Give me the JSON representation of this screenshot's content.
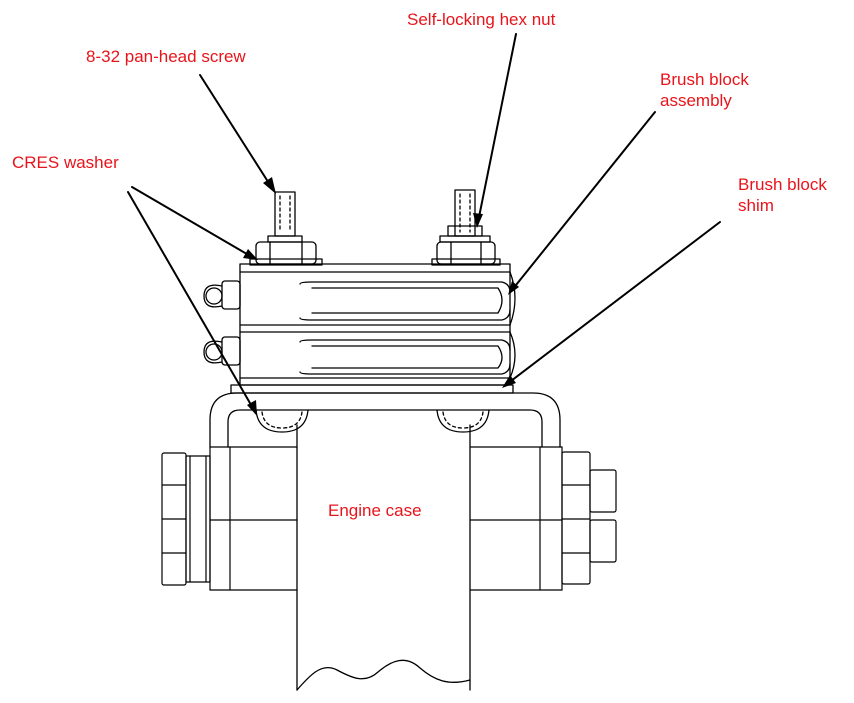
{
  "labels": {
    "hex_nut": "Self-locking hex nut",
    "screw": "8-32 pan-head screw",
    "brush_block_assembly_line1": "Brush block",
    "brush_block_assembly_line2": "assembly",
    "cres_washer": "CRES washer",
    "brush_block_shim_line1": "Brush block",
    "brush_block_shim_line2": "shim",
    "engine_case": "Engine case"
  },
  "colors": {
    "label": "#e8141b",
    "line": "#000000",
    "background": "#ffffff"
  }
}
